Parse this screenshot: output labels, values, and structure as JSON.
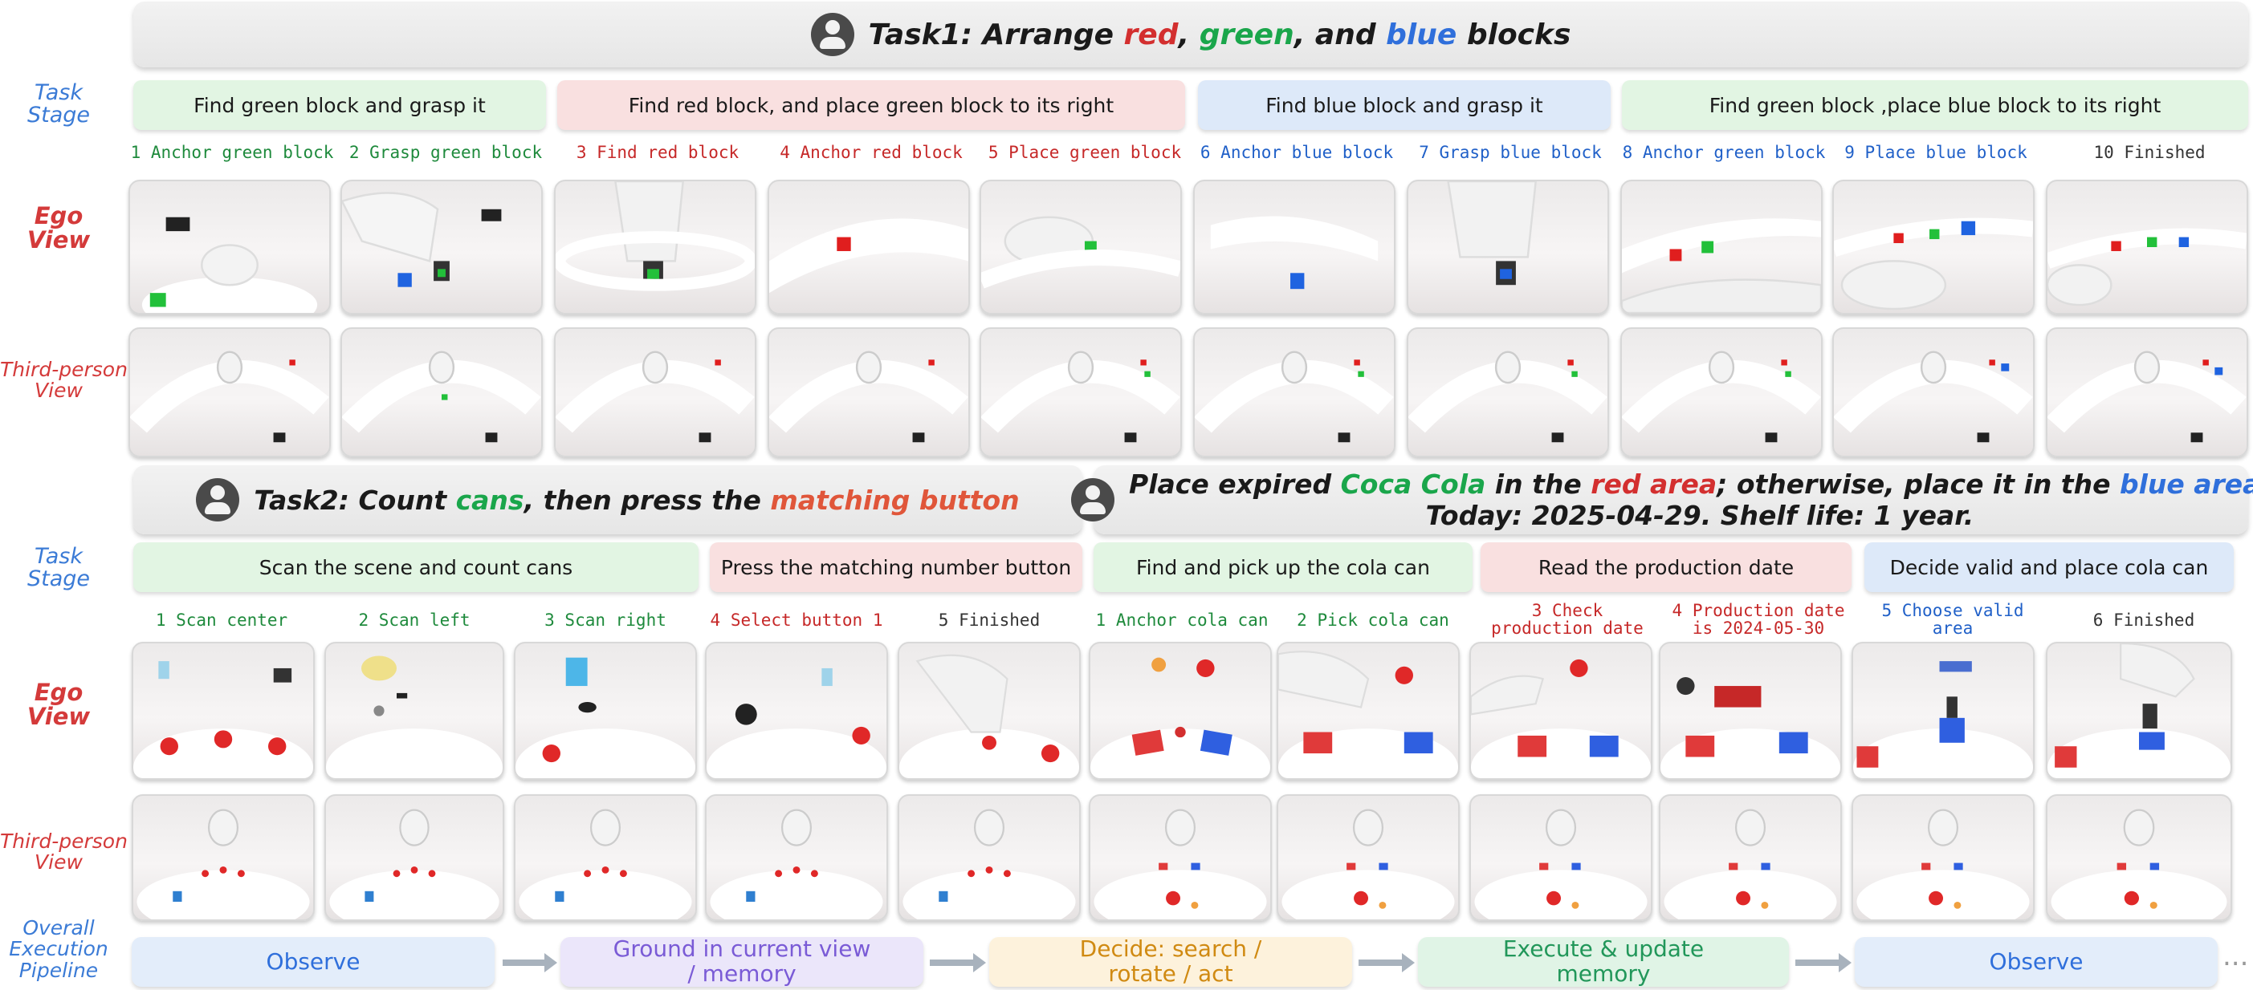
{
  "task1": {
    "title_prefix": "Task1: Arrange ",
    "red": "red",
    "comma1": ", ",
    "green": "green",
    "comma2": ", and ",
    "blue": "blue",
    "suffix": " blocks"
  },
  "task2": {
    "title_prefix": "Task2:   Count ",
    "cans": "cans",
    "mid": ", then press the ",
    "matching": "matching button"
  },
  "task3": {
    "l1_a": "Place expired ",
    "coca": "Coca Cola",
    "l1_b": " in the ",
    "red_area": "red area",
    "l1_c": "; otherwise, place it in the ",
    "blue_area": "blue area",
    "l1_d": ".",
    "line2": "Today: 2025-04-29. Shelf life: 1 year."
  },
  "row_labels": {
    "task_stage_1": "Task",
    "task_stage_2": "Stage",
    "ego_1": "Ego",
    "ego_2": "View",
    "third_1": "Third-person",
    "third_2": "View",
    "pipeline_1": "Overall",
    "pipeline_2": "Execution",
    "pipeline_3": "Pipeline"
  },
  "stages_top": [
    "Find green block and grasp it",
    "Find red block, and place green block to its right",
    "Find blue block and grasp it",
    "Find green block ,place blue block to its right"
  ],
  "steps_top": [
    "1 Anchor green block",
    "2 Grasp green block",
    "3 Find red block",
    "4 Anchor red block",
    "5 Place green block",
    "6 Anchor  blue block",
    "7 Grasp blue block",
    "8 Anchor green block",
    "9 Place blue block",
    "10  Finished"
  ],
  "stages_bottom": [
    "Scan the scene and count cans",
    "Press the matching number button",
    "Find and pick up the cola can",
    "Read the production date",
    "Decide valid and place cola can"
  ],
  "steps_bottom": [
    {
      "l1": "1 Scan center",
      "l2": ""
    },
    {
      "l1": "2  Scan left",
      "l2": ""
    },
    {
      "l1": "3 Scan right",
      "l2": ""
    },
    {
      "l1": "4  Select button 1",
      "l2": ""
    },
    {
      "l1": "5 Finished",
      "l2": ""
    },
    {
      "l1": "1  Anchor cola can",
      "l2": ""
    },
    {
      "l1": "2  Pick cola can",
      "l2": ""
    },
    {
      "l1": "3  Check",
      "l2": "production date"
    },
    {
      "l1": "4  Production date",
      "l2": "is 2024-05-30"
    },
    {
      "l1": "5   Choose valid",
      "l2": "area"
    },
    {
      "l1": "6   Finished",
      "l2": ""
    }
  ],
  "pipeline": {
    "observe1": "Observe",
    "ground_1": "Ground in current view",
    "ground_2": "/ memory",
    "decide_1": "Decide: search /",
    "decide_2": "rotate / act",
    "execute_1": "Execute & update",
    "execute_2": "memory",
    "observe2": "Observe",
    "ellipsis": "..."
  },
  "colors": {
    "accent_red": "#d32f2f",
    "accent_green": "#1aa64b",
    "accent_blue": "#2f6fdb",
    "stage_green_bg": "#e2f5e3",
    "stage_red_bg": "#f9e0e0",
    "stage_blue_bg": "#dde9f9"
  }
}
